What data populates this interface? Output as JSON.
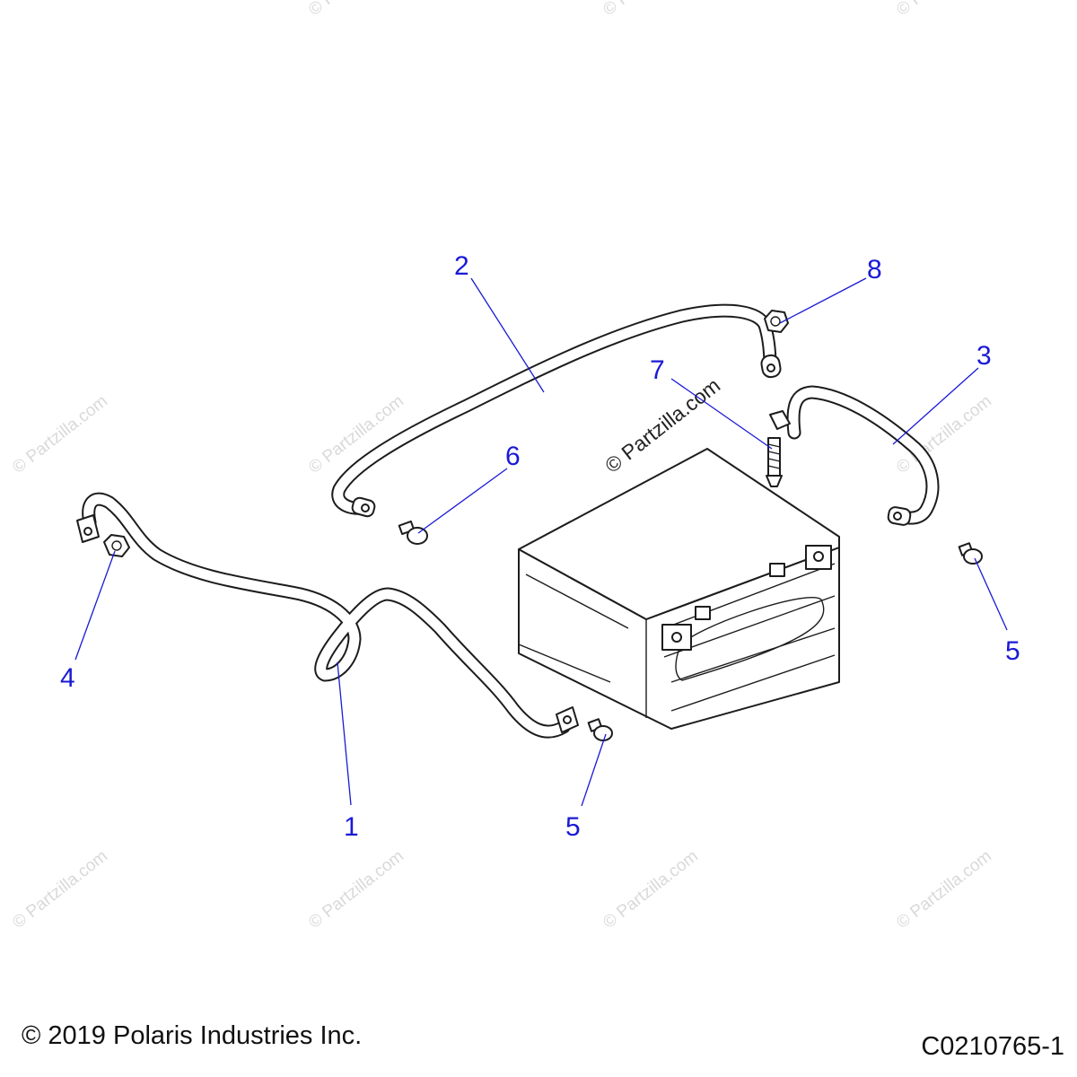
{
  "watermark": "© Partzilla.com",
  "copyright": "© 2019 Polaris Industries Inc.",
  "drawing_number": "C0210765-1",
  "callouts": {
    "c1": "1",
    "c2": "2",
    "c3": "3",
    "c4": "4",
    "c5a": "5",
    "c5b": "5",
    "c6": "6",
    "c7": "7",
    "c8": "8"
  },
  "colors": {
    "callout": "#1a1ad6",
    "linework": "#1c1c1c",
    "watermark": "#d9d9d9"
  }
}
